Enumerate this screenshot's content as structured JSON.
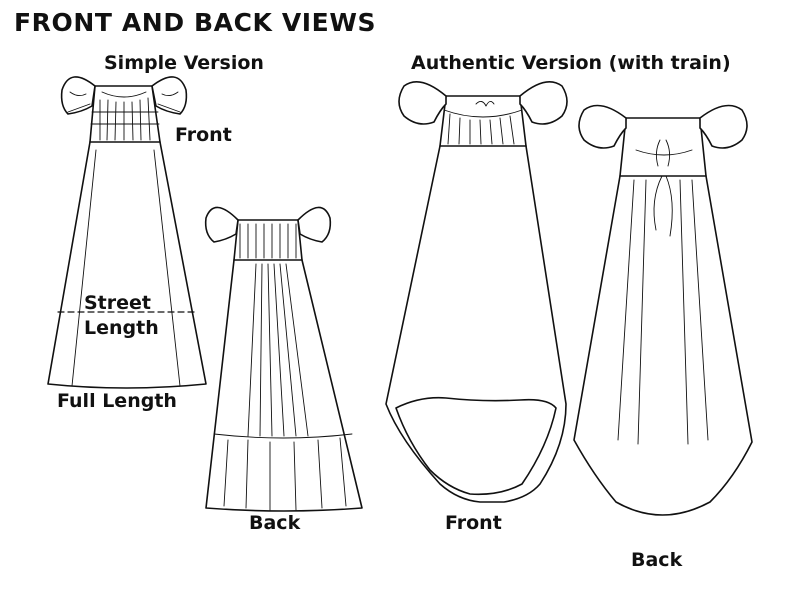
{
  "title": "FRONT AND BACK VIEWS",
  "sections": {
    "simple": {
      "heading": "Simple Version",
      "front_label": "Front",
      "back_label": "Back",
      "street_line1": "Street",
      "street_line2": "Length",
      "full_length": "Full Length"
    },
    "authentic": {
      "heading": "Authentic Version (with train)",
      "front_label": "Front",
      "back_label": "Back"
    }
  }
}
